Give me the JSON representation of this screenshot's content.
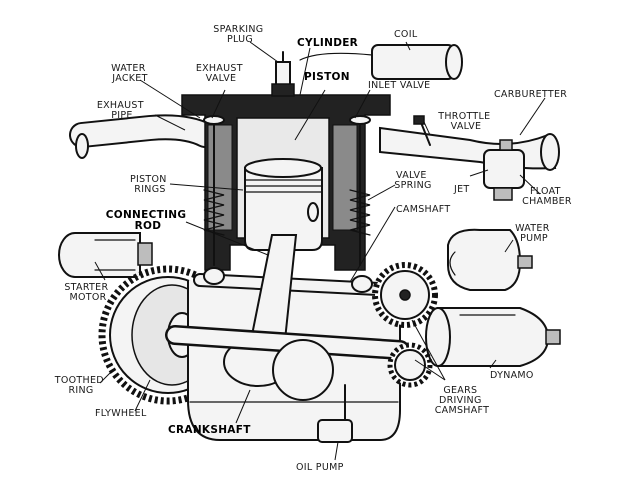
{
  "labels": {
    "sparking_plug": [
      "SPARKING",
      "PLUG"
    ],
    "cylinder": "CYLINDER",
    "coil": "COIL",
    "water_jacket": [
      "WATER",
      "JACKET"
    ],
    "exhaust_valve": [
      "EXHAUST",
      "VALVE"
    ],
    "piston": "PISTON",
    "inlet_valve": "INLET  VALVE",
    "carburetter": "CARBURETTER",
    "exhaust_pipe": [
      "EXHAUST",
      "PIPE"
    ],
    "throttle_valve": [
      "THROTTLE",
      "VALVE"
    ],
    "piston_rings": [
      "PISTON",
      "RINGS"
    ],
    "valve_spring": [
      "VALVE",
      "SPRING"
    ],
    "jet": "JET",
    "float_chamber": [
      "FLOAT",
      "CHAMBER"
    ],
    "connecting_rod": [
      "CONNECTING",
      "ROD"
    ],
    "camshaft": "CAMSHAFT",
    "water_pump": [
      "WATER",
      "PUMP"
    ],
    "starter_motor": [
      "STARTER",
      "MOTOR"
    ],
    "toothed_ring": [
      "TOOTHED",
      "RING"
    ],
    "dynamo": "DYNAMO",
    "gears_driving_camshaft": [
      "GEARS",
      "DRIVING",
      "CAMSHAFT"
    ],
    "flywheel": "FLYWHEEL",
    "crankshaft": "CRANKSHAFT",
    "oil_pump": "OIL  PUMP"
  }
}
